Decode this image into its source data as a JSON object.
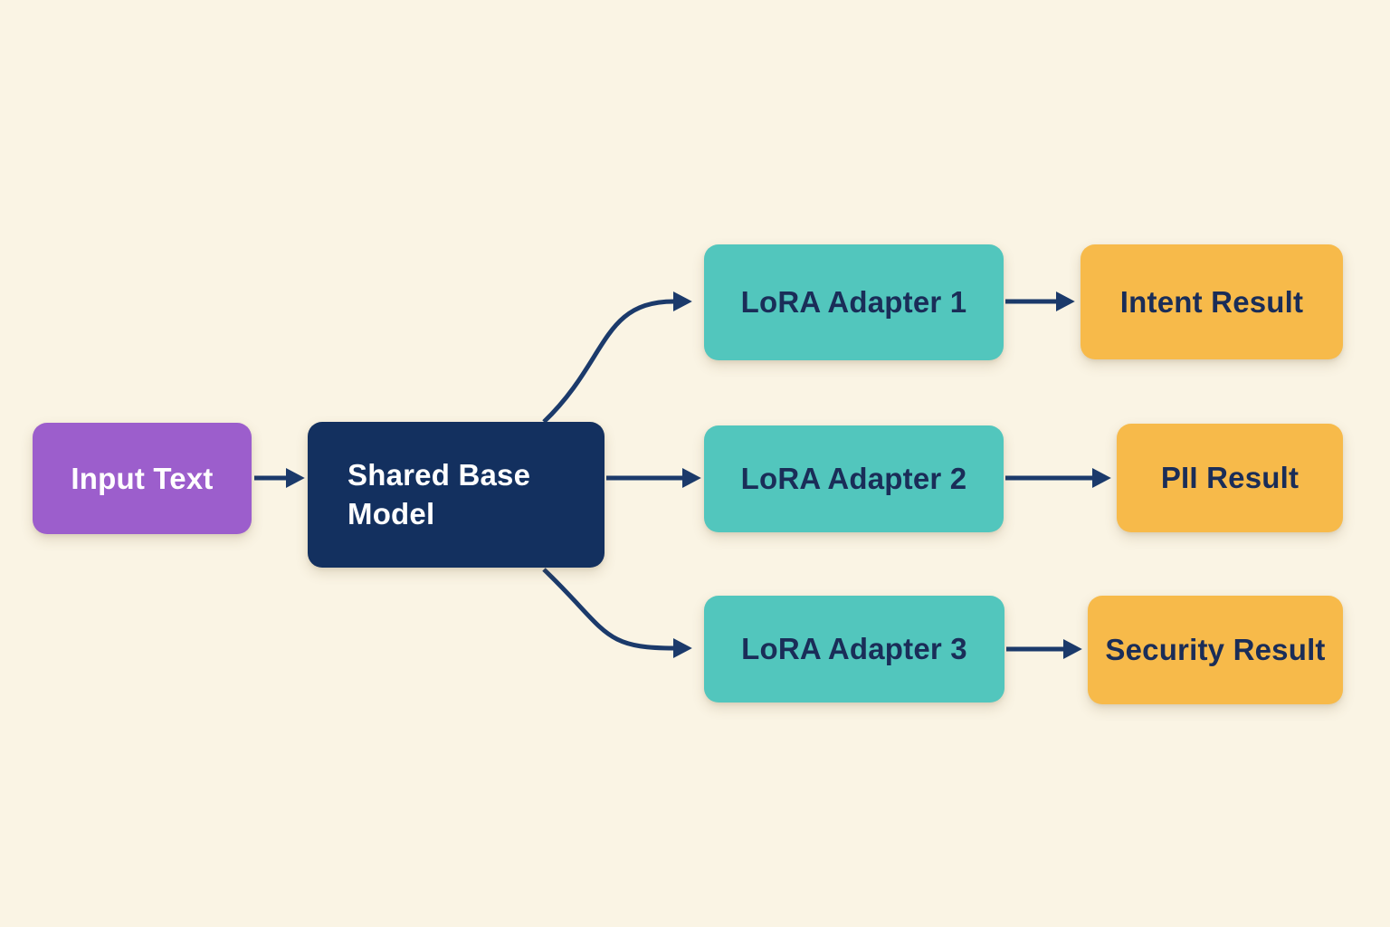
{
  "diagram": {
    "background_color": "#FAF4E4",
    "arrow_color": "#1B3A6B",
    "label_dark_color": "#1A2D58",
    "label_light_color": "#FFFFFF",
    "nodes": {
      "input_text": {
        "label": "Input Text",
        "fill": "#9C5ECC",
        "text_color": "#FFFFFF"
      },
      "shared_base_model": {
        "label": "Shared Base Model",
        "fill": "#13305F",
        "text_color": "#FFFFFF"
      },
      "lora_adapter_1": {
        "label": "LoRA Adapter 1",
        "fill": "#52C6BD",
        "text_color": "#1A2D58"
      },
      "lora_adapter_2": {
        "label": "LoRA Adapter 2",
        "fill": "#52C6BD",
        "text_color": "#1A2D58"
      },
      "lora_adapter_3": {
        "label": "LoRA Adapter 3",
        "fill": "#52C6BD",
        "text_color": "#1A2D58"
      },
      "intent_result": {
        "label": "Intent Result",
        "fill": "#F7BA4A",
        "text_color": "#1A2D58"
      },
      "pii_result": {
        "label": "PII Result",
        "fill": "#F7BA4A",
        "text_color": "#1A2D58"
      },
      "security_result": {
        "label": "Security Result",
        "fill": "#F7BA4A",
        "text_color": "#1A2D58"
      }
    },
    "edges": [
      {
        "from": "Input Text",
        "to": "Shared Base Model"
      },
      {
        "from": "Shared Base Model",
        "to": "LoRA Adapter 1"
      },
      {
        "from": "Shared Base Model",
        "to": "LoRA Adapter 2"
      },
      {
        "from": "Shared Base Model",
        "to": "LoRA Adapter 3"
      },
      {
        "from": "LoRA Adapter 1",
        "to": "Intent Result"
      },
      {
        "from": "LoRA Adapter 2",
        "to": "PII Result"
      },
      {
        "from": "LoRA Adapter 3",
        "to": "Security Result"
      }
    ]
  }
}
